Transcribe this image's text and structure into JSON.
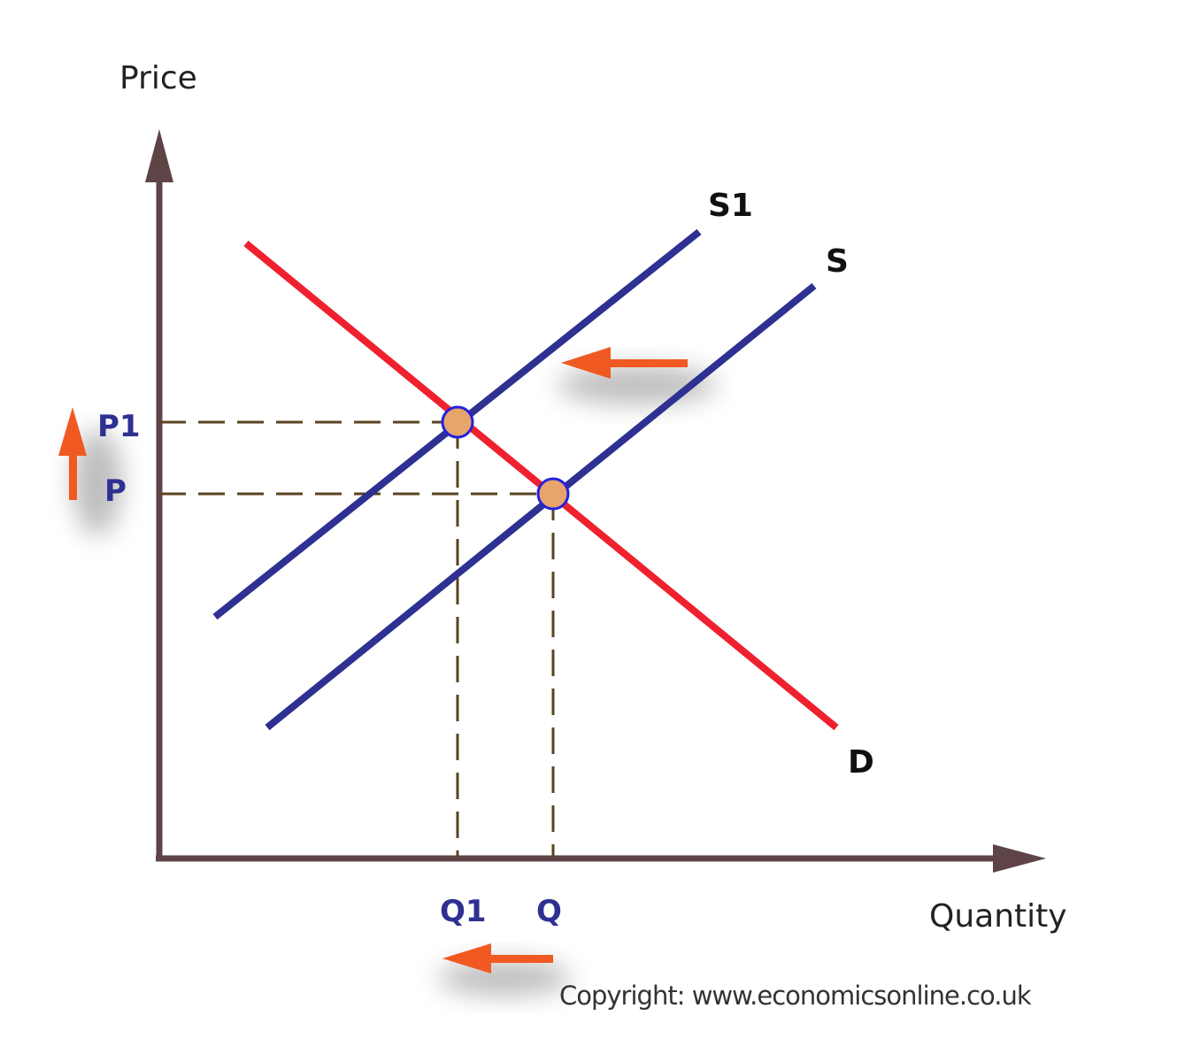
{
  "diagram": {
    "y_axis_label": "Price",
    "x_axis_label": "Quantity",
    "curves": {
      "supply_new": "S1",
      "supply": "S",
      "demand": "D"
    },
    "price_labels": {
      "new": "P1",
      "original": "P"
    },
    "quantity_labels": {
      "new": "Q1",
      "original": "Q"
    },
    "copyright": "Copyright: www.economicsonline.co.uk",
    "colors": {
      "axis": "#5e4446",
      "demand": "#f0212e",
      "supply": "#2e3191",
      "equilibrium_fill": "#e8a46a",
      "equilibrium_stroke": "#2222dd",
      "guide": "#5a4320",
      "shift_arrow": "#f05a22",
      "value_label": "#2e3191"
    }
  }
}
